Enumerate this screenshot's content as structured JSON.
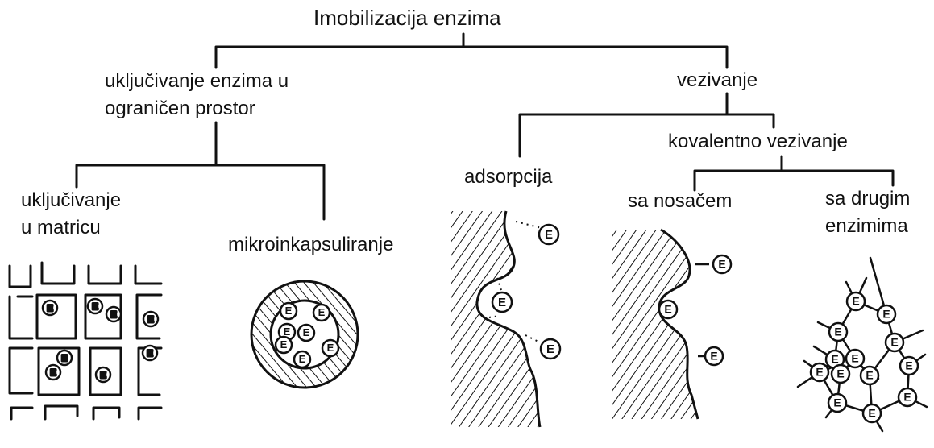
{
  "diagram": {
    "root": "Imobilizacija enzima",
    "branch_left": "uključivanje enzima u\nograničen prostor",
    "branch_right": "vezivanje",
    "leaf_matrix": "uključivanje\nu matricu",
    "leaf_microcapsule": "mikroinkapsuliranje",
    "leaf_adsorption": "adsorpcija",
    "branch_covalent": "kovalentno vezivanje",
    "leaf_carrier": "sa nosačem",
    "leaf_enzymes": "sa drugim\nenzimima",
    "enzyme_symbol": "E"
  },
  "colors": {
    "ink": "#111111",
    "background": "#ffffff"
  }
}
